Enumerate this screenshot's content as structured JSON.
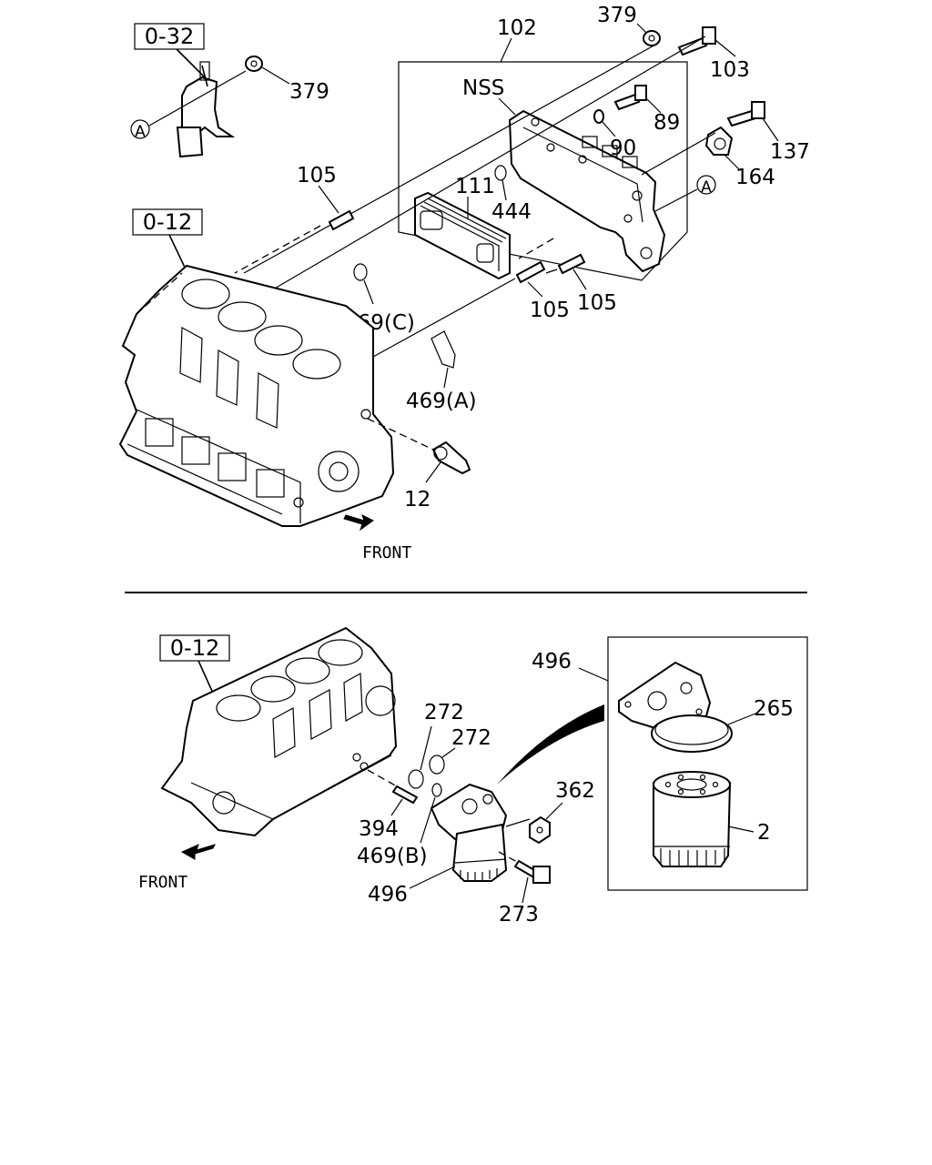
{
  "diagram": {
    "top": {
      "refs": {
        "ref_032": "0-32",
        "ref_012": "0-12"
      },
      "labels": {
        "p379a": "379",
        "p379b": "379",
        "p102": "102",
        "p103": "103",
        "nss": "NSS",
        "p89": "89",
        "p90": "90",
        "p137": "137",
        "p164": "164",
        "p105a": "105",
        "p105b": "105",
        "p105c": "105",
        "p111": "111",
        "p444": "444",
        "p469c": "469(C)",
        "p469a": "469(A)",
        "p12": "12",
        "circleA1": "A",
        "circleA2": "A"
      },
      "front": "FRONT"
    },
    "bottom": {
      "refs": {
        "ref_012": "0-12"
      },
      "labels": {
        "p496a": "496",
        "p265": "265",
        "p272a": "272",
        "p272b": "272",
        "p362": "362",
        "p2": "2",
        "p394": "394",
        "p469b": "469(B)",
        "p496b": "496",
        "p273": "273"
      },
      "front": "FRONT"
    }
  }
}
